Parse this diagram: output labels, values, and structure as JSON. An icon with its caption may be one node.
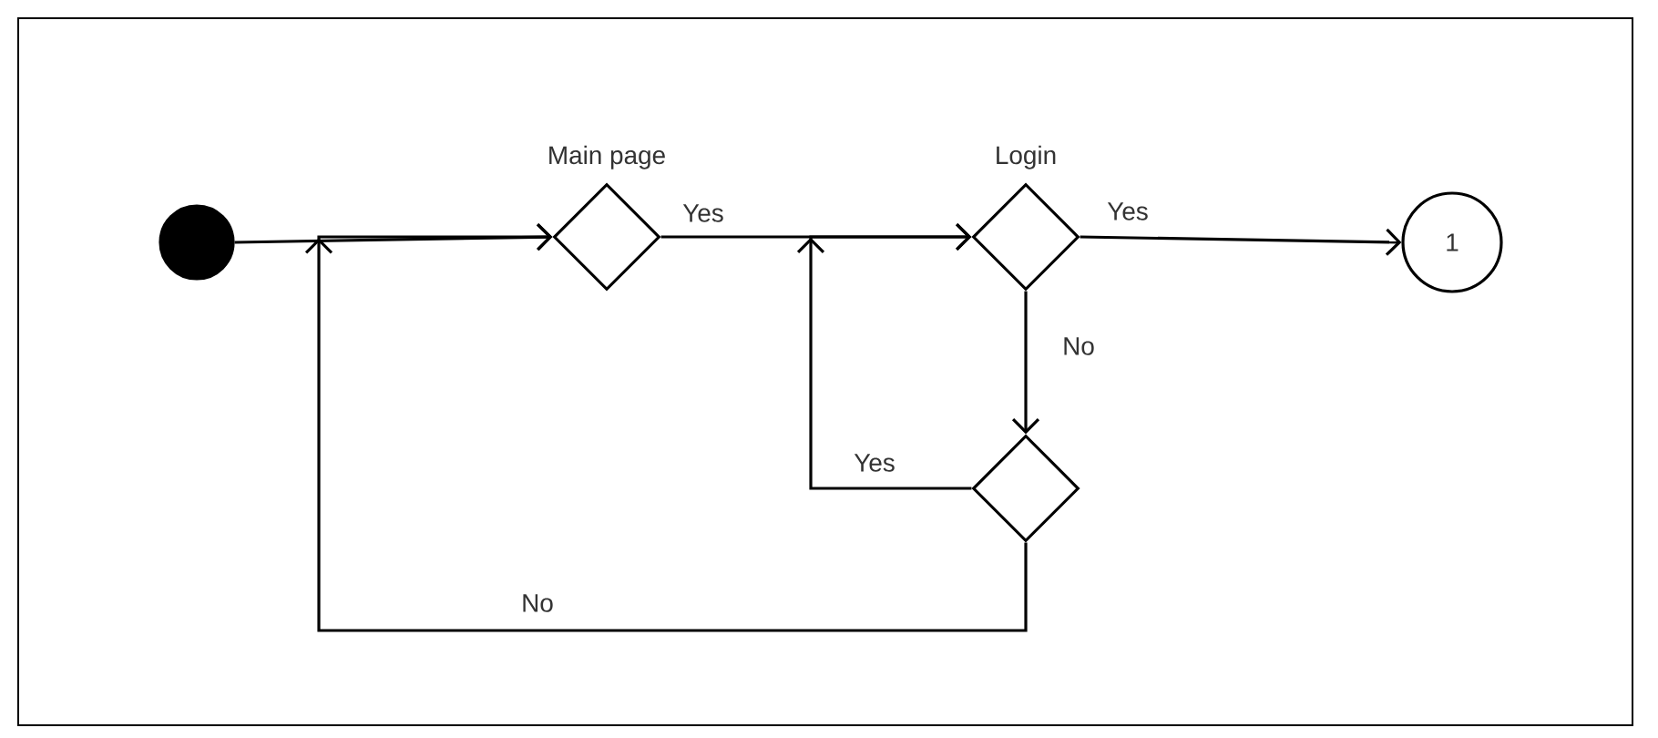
{
  "diagram": {
    "nodes": [
      {
        "text": [],
        "shape": "circle"
      },
      {
        "text": [
          "Main page"
        ]
      },
      {
        "text": [
          "Login"
        ]
      },
      {
        "text": [
          "1"
        ]
      },
      {
        "text": [],
        "shape": "diamond"
      }
    ],
    "edges": [
      {
        "from": 0,
        "to": 1,
        "arrow": "to"
      },
      {
        "from": 1,
        "to": 2,
        "arrow": "to",
        "label": "Yes"
      },
      {
        "from": 2,
        "to": 3,
        "arrow": "to",
        "label": "Yes"
      },
      {
        "from": 2,
        "to": 4,
        "arrow": "to",
        "label": "No"
      },
      {
        "from": 4,
        "to": 2,
        "arrow": "to",
        "label": "Yes"
      },
      {
        "from": 4,
        "to": 1,
        "arrow": "to",
        "label": "No"
      }
    ]
  }
}
